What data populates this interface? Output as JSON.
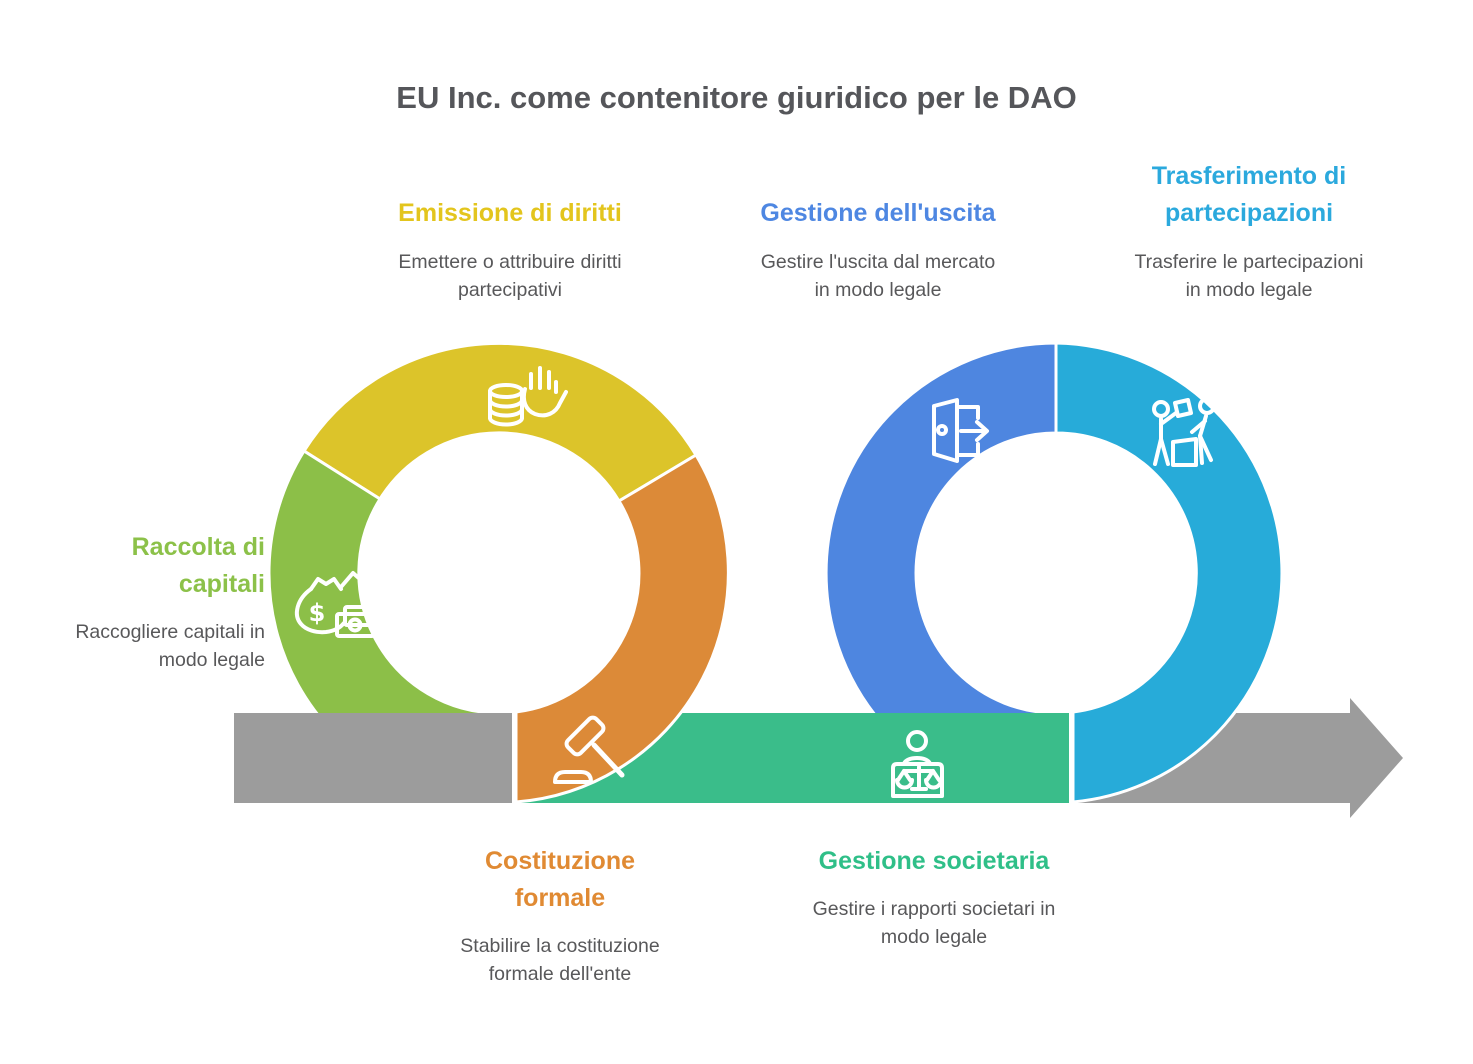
{
  "title": "EU Inc. come contenitore giuridico per le DAO",
  "palette": {
    "yellow": "#DCC42A",
    "green": "#8CBF48",
    "orange": "#DC8A38",
    "emerald": "#3ABD8A",
    "blue": "#4E86E0",
    "cyan": "#27ABD9",
    "gray_band": "#9C9C9C",
    "title_text": "#55565A",
    "body_text": "#58585A",
    "icon_stroke": "#FFFFFF"
  },
  "steps": [
    {
      "id": "raccolta-di-capitali",
      "title_lines": [
        "Raccolta di",
        "capitali"
      ],
      "desc_lines": [
        "Raccogliere capitali in",
        "modo legale"
      ],
      "color": "#8CC149",
      "icon": "money-bag-growth-icon"
    },
    {
      "id": "emissione-di-diritti",
      "title_lines": [
        "Emissione di diritti"
      ],
      "desc_lines": [
        "Emettere o attribuire diritti",
        "partecipativi"
      ],
      "color": "#E3C51D",
      "icon": "hand-coins-icon"
    },
    {
      "id": "costituzione-formale",
      "title_lines": [
        "Costituzione",
        "formale"
      ],
      "desc_lines": [
        "Stabilire la costituzione",
        "formale dell'ente"
      ],
      "color": "#E08A33",
      "icon": "gavel-icon"
    },
    {
      "id": "gestione-societaria",
      "title_lines": [
        "Gestione societaria"
      ],
      "desc_lines": [
        "Gestire i rapporti societari in",
        "modo legale"
      ],
      "color": "#2FBF88",
      "icon": "person-scales-icon"
    },
    {
      "id": "gestione-dell-uscita",
      "title_lines": [
        "Gestione dell'uscita"
      ],
      "desc_lines": [
        "Gestire l'uscita dal mercato",
        "in modo legale"
      ],
      "color": "#4E87E2",
      "icon": "exit-door-icon"
    },
    {
      "id": "trasferimento-di-partecipazioni",
      "title_lines": [
        "Trasferimento di",
        "partecipazioni"
      ],
      "desc_lines": [
        "Trasferire le partecipazioni",
        "in modo legale"
      ],
      "color": "#2BA9DD",
      "icon": "transfer-people-icon"
    }
  ],
  "icon_symbols": {
    "money_bag_symbol": "$"
  }
}
